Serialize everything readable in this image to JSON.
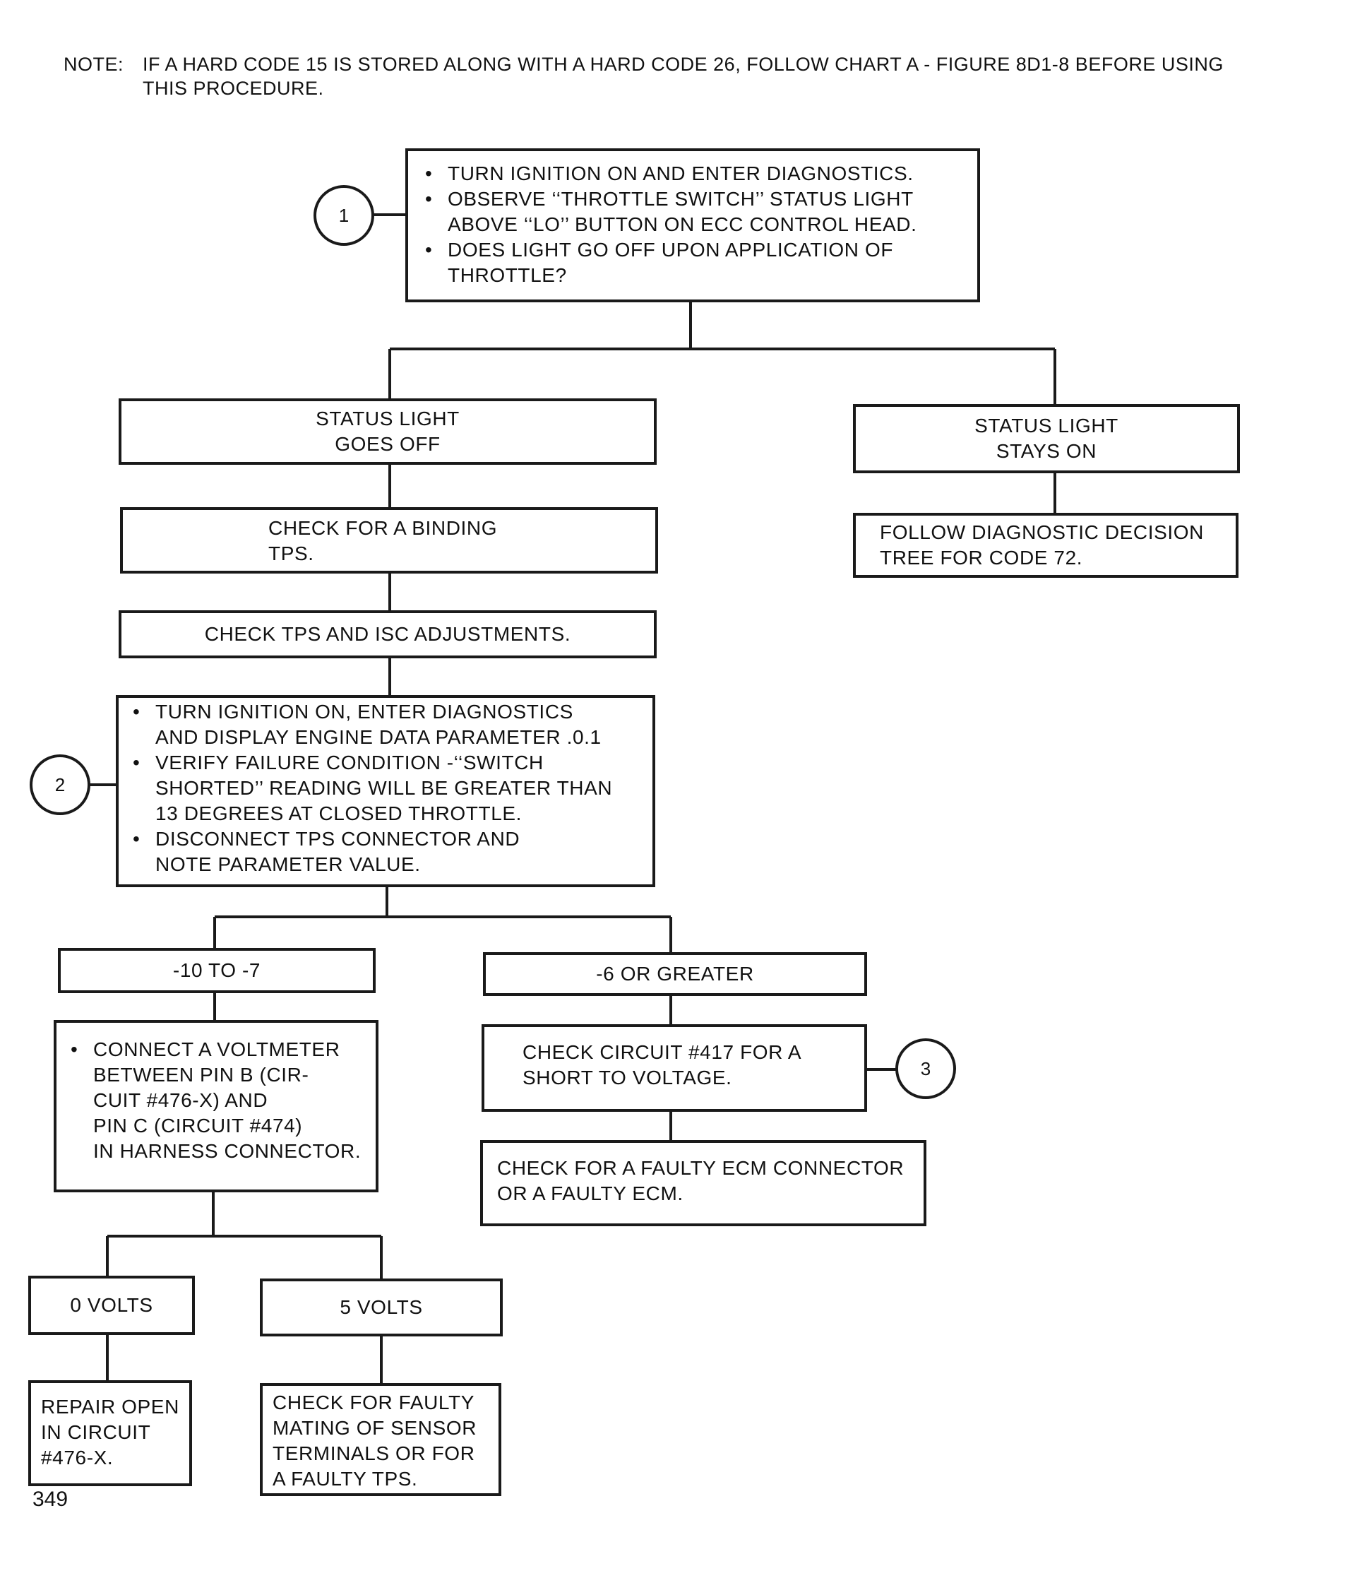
{
  "note": {
    "label": "NOTE:",
    "line1": "IF A HARD CODE 15 IS STORED ALONG WITH A HARD CODE 26, FOLLOW CHART A - FIGURE 8D1-8 BEFORE USING",
    "line2": "THIS PROCEDURE."
  },
  "steps": {
    "step1": {
      "marker": "1",
      "bullets": [
        {
          "symbol": "•",
          "lines": [
            "TURN IGNITION ON AND ENTER DIAGNOSTICS."
          ]
        },
        {
          "symbol": "•",
          "lines": [
            "OBSERVE ‘‘THROTTLE SWITCH’’ STATUS LIGHT",
            "ABOVE ‘‘LO’’ BUTTON ON ECC CONTROL HEAD."
          ]
        },
        {
          "symbol": "•",
          "lines": [
            "DOES LIGHT GO OFF UPON APPLICATION OF",
            "THROTTLE?"
          ]
        }
      ]
    },
    "goes_off": [
      "STATUS LIGHT",
      "GOES OFF"
    ],
    "stays_on": [
      "STATUS LIGHT",
      "STAYS ON"
    ],
    "follow_tree": [
      "FOLLOW DIAGNOSTIC DECISION",
      "TREE FOR CODE 72."
    ],
    "check_binding": [
      "CHECK FOR A BINDING",
      "TPS."
    ],
    "check_adjust": "CHECK TPS AND ISC ADJUSTMENTS.",
    "step2": {
      "marker": "2",
      "bullets": [
        {
          "symbol": "•",
          "lines": [
            "TURN IGNITION ON, ENTER DIAGNOSTICS",
            "AND DISPLAY ENGINE DATA PARAMETER .0.1"
          ]
        },
        {
          "symbol": "•",
          "lines": [
            "VERIFY FAILURE CONDITION -‘‘SWITCH",
            "SHORTED’’ READING WILL BE GREATER THAN",
            "13 DEGREES AT CLOSED THROTTLE."
          ]
        },
        {
          "symbol": "•",
          "lines": [
            "DISCONNECT TPS CONNECTOR AND",
            "NOTE PARAMETER VALUE."
          ]
        }
      ]
    },
    "range_low": "-10 TO -7",
    "range_high": "-6 OR GREATER",
    "connect_voltmeter": {
      "symbol": "•",
      "lines": [
        "CONNECT A VOLTMETER",
        "BETWEEN PIN B (CIR-",
        "CUIT #476-X) AND",
        "PIN C (CIRCUIT #474)",
        "IN HARNESS CONNECTOR."
      ]
    },
    "step3": {
      "marker": "3",
      "lines": [
        "CHECK CIRCUIT #417 FOR A",
        "SHORT TO VOLTAGE."
      ]
    },
    "check_ecm": [
      "CHECK FOR A FAULTY ECM CONNECTOR",
      "OR A FAULTY ECM."
    ],
    "zero_volts": "0 VOLTS",
    "five_volts": "5 VOLTS",
    "repair_open": [
      "REPAIR OPEN",
      "IN CIRCUIT",
      "#476-X."
    ],
    "check_mating": [
      "CHECK FOR FAULTY",
      "MATING OF SENSOR",
      "TERMINALS OR FOR",
      "A FAULTY TPS."
    ]
  },
  "page_number": "349"
}
